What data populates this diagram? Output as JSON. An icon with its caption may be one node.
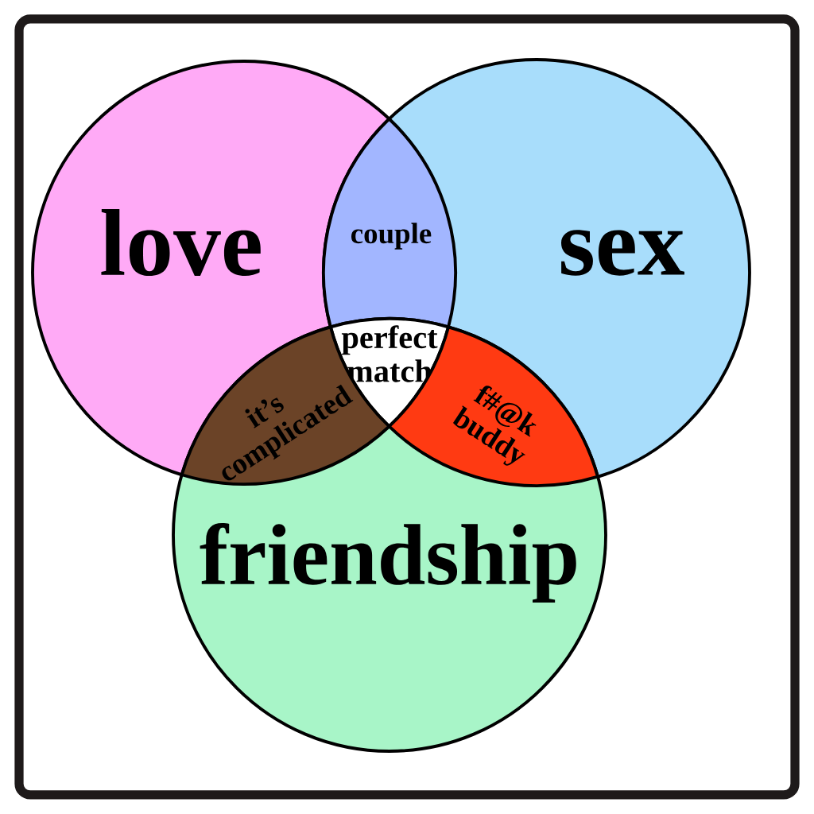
{
  "diagram": {
    "nodes": [
      {
        "text": [
          "love"
        ]
      },
      {
        "text": [
          "sex"
        ]
      },
      {
        "text": [
          "friendship"
        ]
      },
      {
        "text": [
          "couple"
        ]
      },
      {
        "text": [
          "perfect match"
        ]
      },
      {
        "text": [
          "it’s complicated"
        ]
      },
      {
        "text": [
          "f#@k buddy"
        ]
      }
    ],
    "edges": []
  }
}
